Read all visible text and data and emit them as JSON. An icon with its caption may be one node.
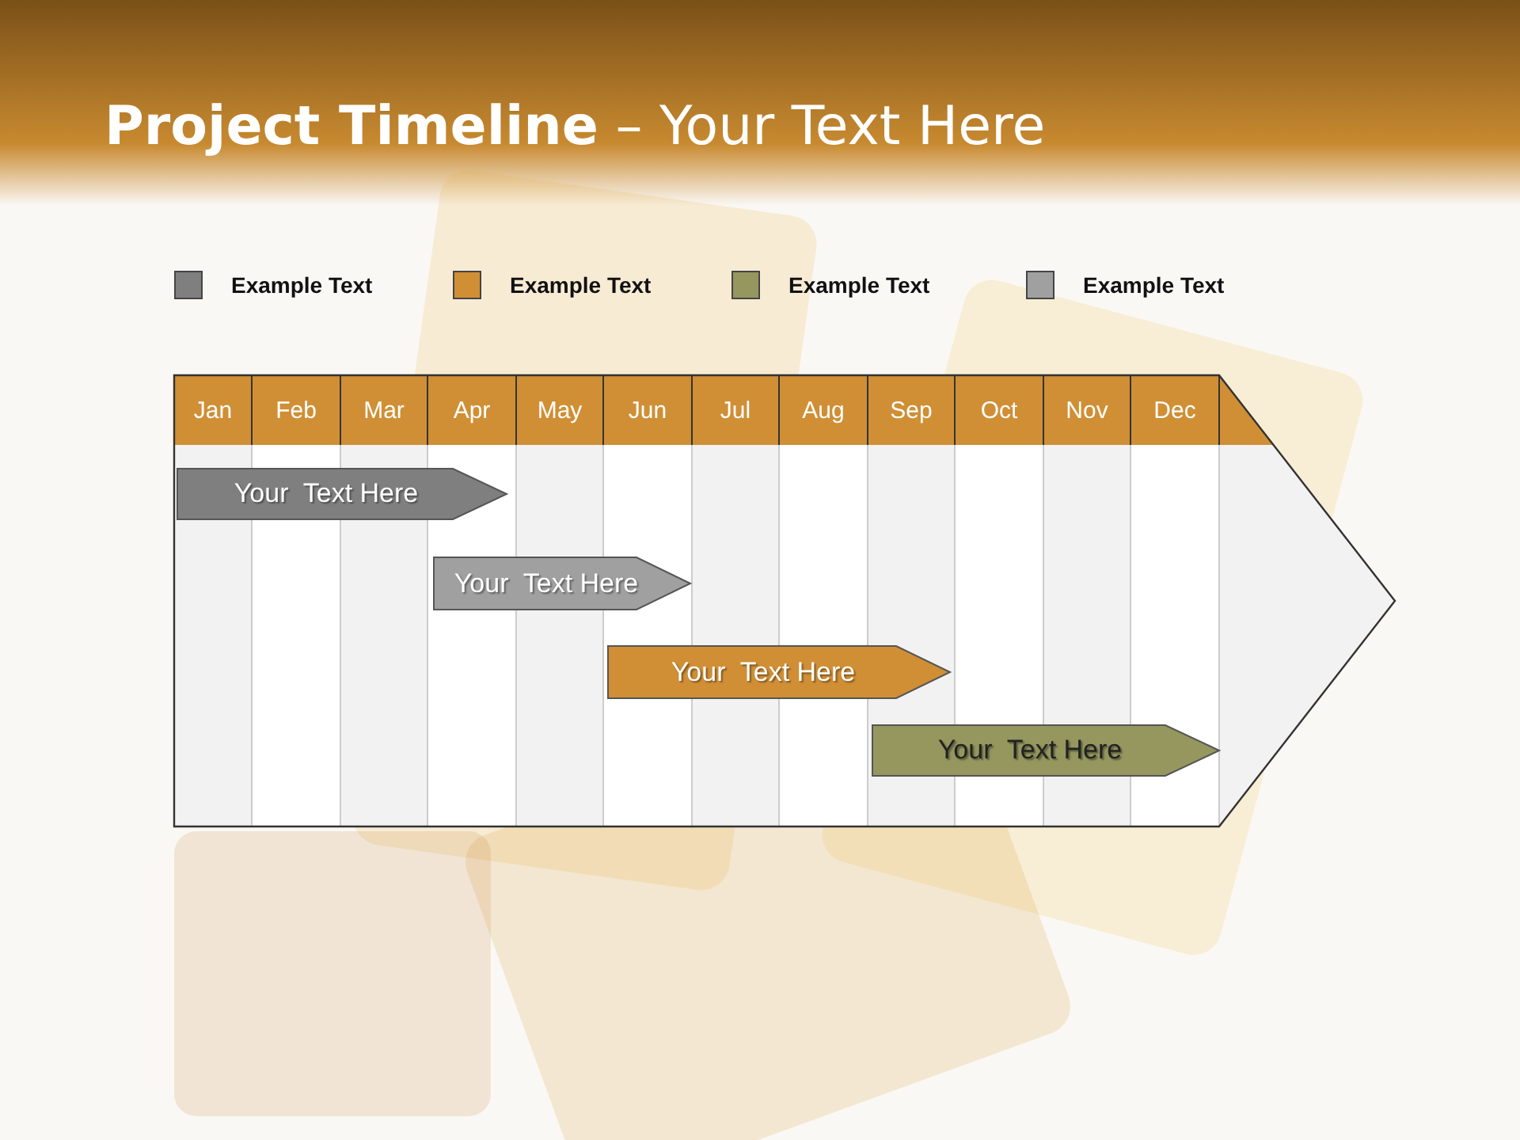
{
  "diagram": {
    "title": "**Project Timeline** – Your Text Here",
    "nodes": [
      {
        "text": [],
        "shape": "arrow"
      },
      {
        "text": [
          "Your  Text Here"
        ],
        "in": 0
      },
      {
        "text": [
          "Your  Text Here"
        ],
        "in": 0
      },
      {
        "text": [
          "Your  Text Here"
        ],
        "in": 0
      },
      {
        "text": [
          "Your  Text Here"
        ],
        "in": 0
      }
    ],
    "labels": [
      "Jan",
      "Feb",
      "Mar",
      "Apr",
      "May",
      "Jun",
      "Jul",
      "Aug",
      "Sep",
      "Oct",
      "Nov",
      "Dec"
    ],
    "legend": [
      {
        "text": "Example Text",
        "color": "#7f7f7f"
      },
      {
        "text": "Example Text",
        "color": "#d08f35"
      },
      {
        "text": "Example Text",
        "color": "#95975f"
      },
      {
        "text": "Example Text",
        "color": "#a0a0a0"
      }
    ]
  }
}
